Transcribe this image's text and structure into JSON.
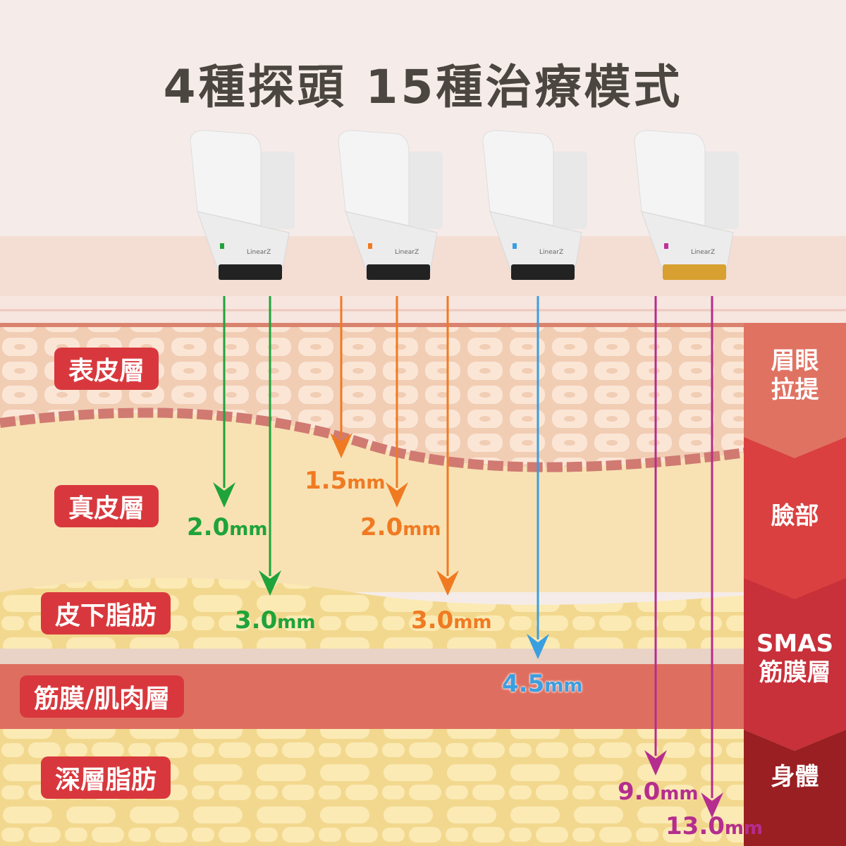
{
  "title": "4種探頭 15種治療模式",
  "probes": [
    {
      "brand": "LinearZ",
      "color": "#1fa33a"
    },
    {
      "brand": "LinearZ",
      "color": "#f07a22"
    },
    {
      "brand": "LinearZ",
      "color": "#3a9fe0"
    },
    {
      "brand": "LinearZ",
      "color": "#c0309a"
    }
  ],
  "layers": [
    "表皮層",
    "真皮層",
    "皮下脂肪",
    "筋膜/肌肉層",
    "深層脂肪"
  ],
  "zones": [
    {
      "line1": "眉眼",
      "line2": "拉提",
      "color": "#e07262"
    },
    {
      "line1": "臉部",
      "line2": "",
      "color": "#d9403f"
    },
    {
      "line1": "SMAS",
      "line2": "筋膜層",
      "color": "#c8303a"
    },
    {
      "line1": "身體",
      "line2": "",
      "color": "#9a1f22"
    }
  ],
  "depths": [
    {
      "value": "2.0",
      "unit": "mm",
      "color": "#1fa33a"
    },
    {
      "value": "3.0",
      "unit": "mm",
      "color": "#1fa33a"
    },
    {
      "value": "1.5",
      "unit": "mm",
      "color": "#f07a22"
    },
    {
      "value": "2.0",
      "unit": "mm",
      "color": "#f07a22"
    },
    {
      "value": "3.0",
      "unit": "mm",
      "color": "#f07a22"
    },
    {
      "value": "4.5",
      "unit": "mm",
      "color": "#3a9fe0"
    },
    {
      "value": "9.0",
      "unit": "mm",
      "color": "#b52d8e"
    },
    {
      "value": "13.0",
      "unit": "mm",
      "color": "#b52d8e"
    }
  ]
}
